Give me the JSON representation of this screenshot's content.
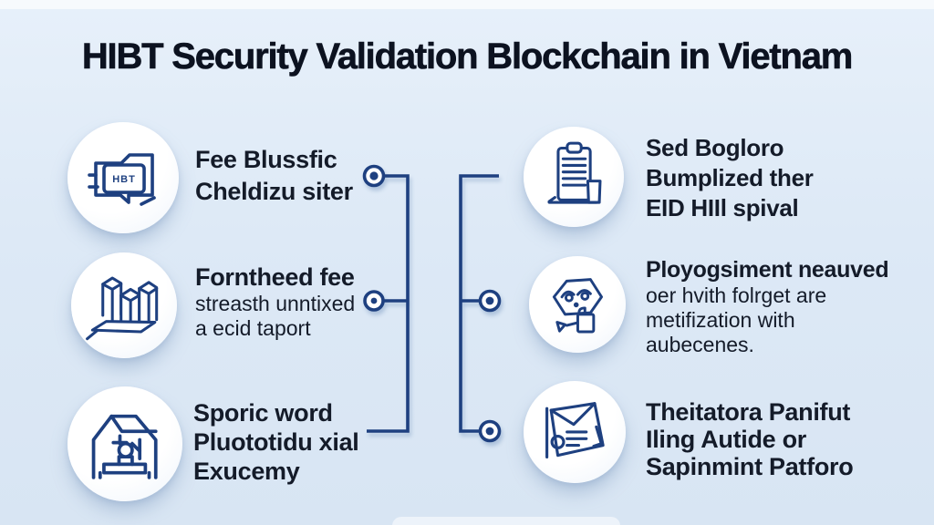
{
  "title": "HIBT Security Validation Blockchain in Vietnam",
  "colors": {
    "background": "#dde9f6",
    "accent": "#1e4080",
    "text": "#141b29",
    "title_text": "#0c1220"
  },
  "items": [
    {
      "icon": "hibt-card-icon",
      "icon_label": "HBT",
      "lines": [
        "Fee Blussfic",
        "Cheldizu siter"
      ]
    },
    {
      "icon": "isometric-blocks-icon",
      "lines": [
        "Forntheed fee",
        "streasth unntixed",
        "a ecid taport"
      ]
    },
    {
      "icon": "workshop-machine-icon",
      "lines": [
        "Sporic word",
        "Pluototidu xial",
        "Exucemy"
      ]
    },
    {
      "icon": "clipboard-report-icon",
      "lines": [
        "Sed Bogloro",
        "Bumplized ther",
        "EID HIIl spival"
      ]
    },
    {
      "icon": "hexagon-mascot-icon",
      "lines": [
        "Ployogsiment neauved",
        "oer hvith folrget are",
        "metifization with",
        "aubecenes."
      ]
    },
    {
      "icon": "envelope-news-icon",
      "lines": [
        "Theitatora Panifut",
        "Iling Autide or",
        "Sapinmint Patforo"
      ]
    }
  ]
}
